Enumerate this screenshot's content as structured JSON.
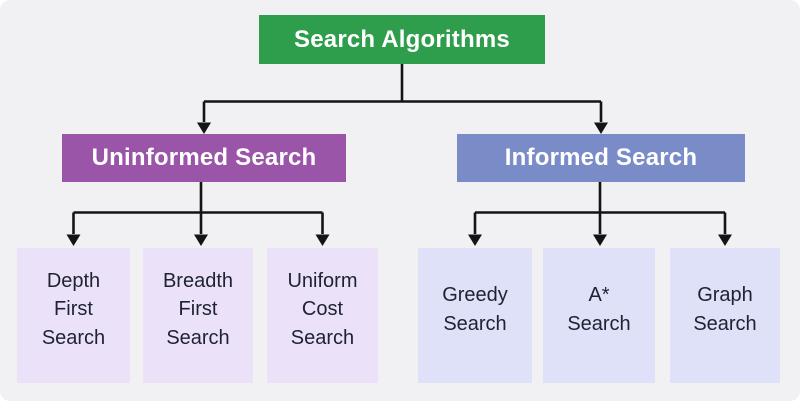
{
  "palette": {
    "background": "#f1f0f2",
    "root_fill": "#2e9e4d",
    "uninformed_fill": "#9a55a8",
    "informed_fill": "#7a8cc8",
    "uninformed_leaf_fill": "#ebe2f9",
    "informed_leaf_fill": "#dee1f8",
    "connector_color": "#141414",
    "header_text_color": "#ffffff",
    "leaf_text_color": "#1e2231"
  },
  "diagram": {
    "root": {
      "label": "Search Algorithms"
    },
    "branches": [
      {
        "label": "Uninformed Search",
        "children": [
          {
            "label": "Depth\nFirst\nSearch"
          },
          {
            "label": "Breadth\nFirst\nSearch"
          },
          {
            "label": "Uniform\nCost\nSearch"
          }
        ]
      },
      {
        "label": "Informed Search",
        "children": [
          {
            "label": "Greedy\nSearch"
          },
          {
            "label": "A*\nSearch"
          },
          {
            "label": "Graph\nSearch"
          }
        ]
      }
    ]
  }
}
